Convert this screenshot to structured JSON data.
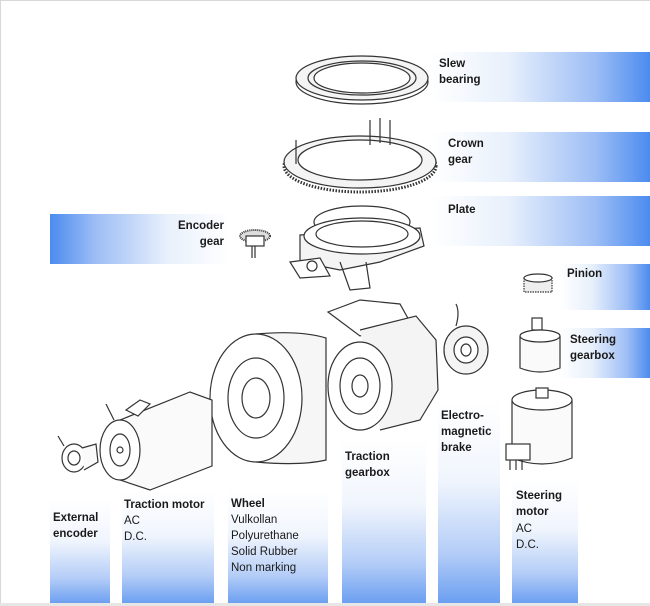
{
  "labels": {
    "slew_bearing": [
      "Slew",
      "bearing"
    ],
    "crown_gear": [
      "Crown",
      "gear"
    ],
    "plate": [
      "Plate"
    ],
    "encoder_gear": [
      "Encoder",
      "gear"
    ],
    "pinion": [
      "Pinion"
    ],
    "steering_gearbox": [
      "Steering",
      "gearbox"
    ],
    "electromagnetic_brake": [
      "Electro-",
      "magnetic",
      "brake"
    ],
    "traction_gearbox": [
      "Traction",
      "gearbox"
    ],
    "steering_motor": [
      "Steering",
      "motor"
    ],
    "steering_motor_types": [
      "AC",
      "D.C."
    ],
    "wheel": [
      "Wheel"
    ],
    "wheel_types": [
      "Vulkollan",
      "Polyurethane",
      "Solid Rubber",
      "Non marking"
    ],
    "traction_motor": [
      "Traction motor"
    ],
    "traction_motor_types": [
      "AC",
      "D.C."
    ],
    "external_encoder": [
      "External",
      "encoder"
    ]
  },
  "colors": {
    "band_blue": "#4b8bef",
    "line": "#333333"
  }
}
